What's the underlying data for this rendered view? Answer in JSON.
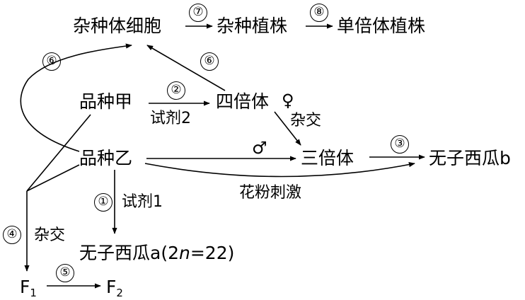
{
  "nodes": {
    "hybrid_cell": "杂种体细胞",
    "hybrid_plant": "杂种植株",
    "haploid_plant": "单倍体植株",
    "variety_a": "品种甲",
    "tetraploid": "四倍体",
    "variety_b": "品种乙",
    "triploid": "三倍体",
    "seedless_b": "无子西瓜b",
    "seedless_a_prefix": "无子西瓜a(2",
    "seedless_a_n": "n",
    "seedless_a_suffix": "=22)",
    "f1_letter": "F",
    "f1_sub": "1",
    "f2_letter": "F",
    "f2_sub": "2"
  },
  "symbols": {
    "female": "♀",
    "male": "♂"
  },
  "labels": {
    "reagent2": "试剂2",
    "cross_right": "杂交",
    "pollen_stimulus": "花粉刺激",
    "reagent1": "试剂1",
    "cross_left": "杂交"
  },
  "steps": {
    "s1": "①",
    "s2": "②",
    "s3": "③",
    "s4": "④",
    "s5": "⑤",
    "s6_left": "⑥",
    "s6_right": "⑥",
    "s7": "⑦",
    "s8": "⑧"
  }
}
